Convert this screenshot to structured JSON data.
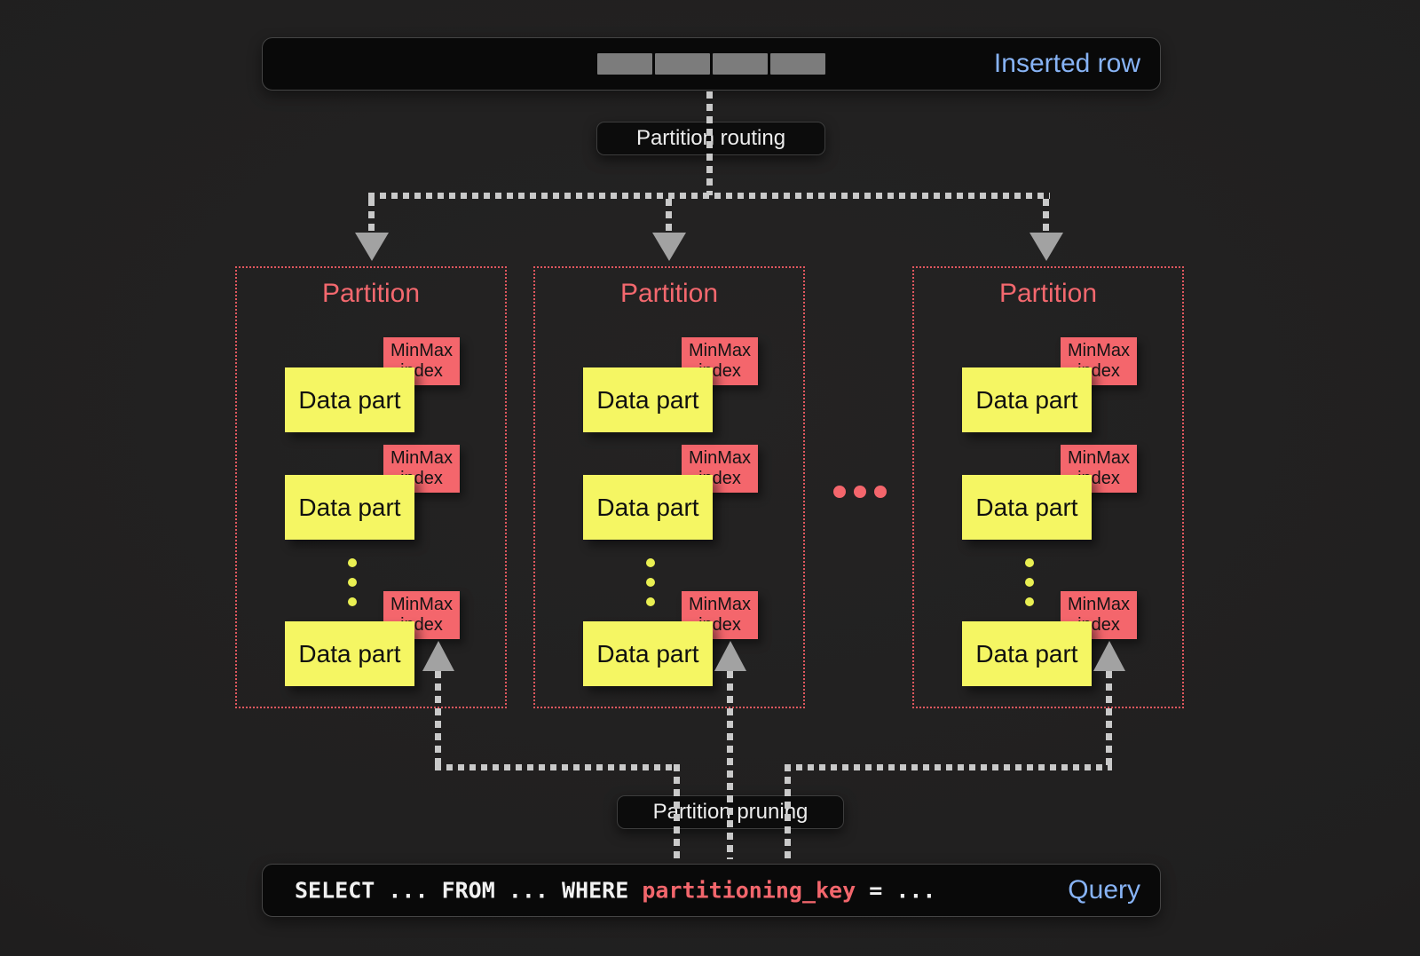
{
  "inserted_row": {
    "label": "Inserted row"
  },
  "routing_label": "Partition routing",
  "pruning_label": "Partition pruning",
  "partitions": [
    {
      "title": "Partition",
      "parts": [
        {
          "label": "Data part",
          "index_label": "MinMax index"
        },
        {
          "label": "Data part",
          "index_label": "MinMax index"
        },
        {
          "label": "Data part",
          "index_label": "MinMax index"
        }
      ]
    },
    {
      "title": "Partition",
      "parts": [
        {
          "label": "Data part",
          "index_label": "MinMax index"
        },
        {
          "label": "Data part",
          "index_label": "MinMax index"
        },
        {
          "label": "Data part",
          "index_label": "MinMax index"
        }
      ]
    },
    {
      "title": "Partition",
      "parts": [
        {
          "label": "Data part",
          "index_label": "MinMax index"
        },
        {
          "label": "Data part",
          "index_label": "MinMax index"
        },
        {
          "label": "Data part",
          "index_label": "MinMax index"
        }
      ]
    }
  ],
  "query": {
    "text_before": "SELECT ... FROM ... WHERE ",
    "highlight": "partitioning_key",
    "text_after": " = ...",
    "label": "Query"
  },
  "colors": {
    "accent_blue": "#87b3f5",
    "accent_red": "#f2666c",
    "part_yellow": "#f5f663",
    "connector_gray": "#c9c9c9"
  }
}
